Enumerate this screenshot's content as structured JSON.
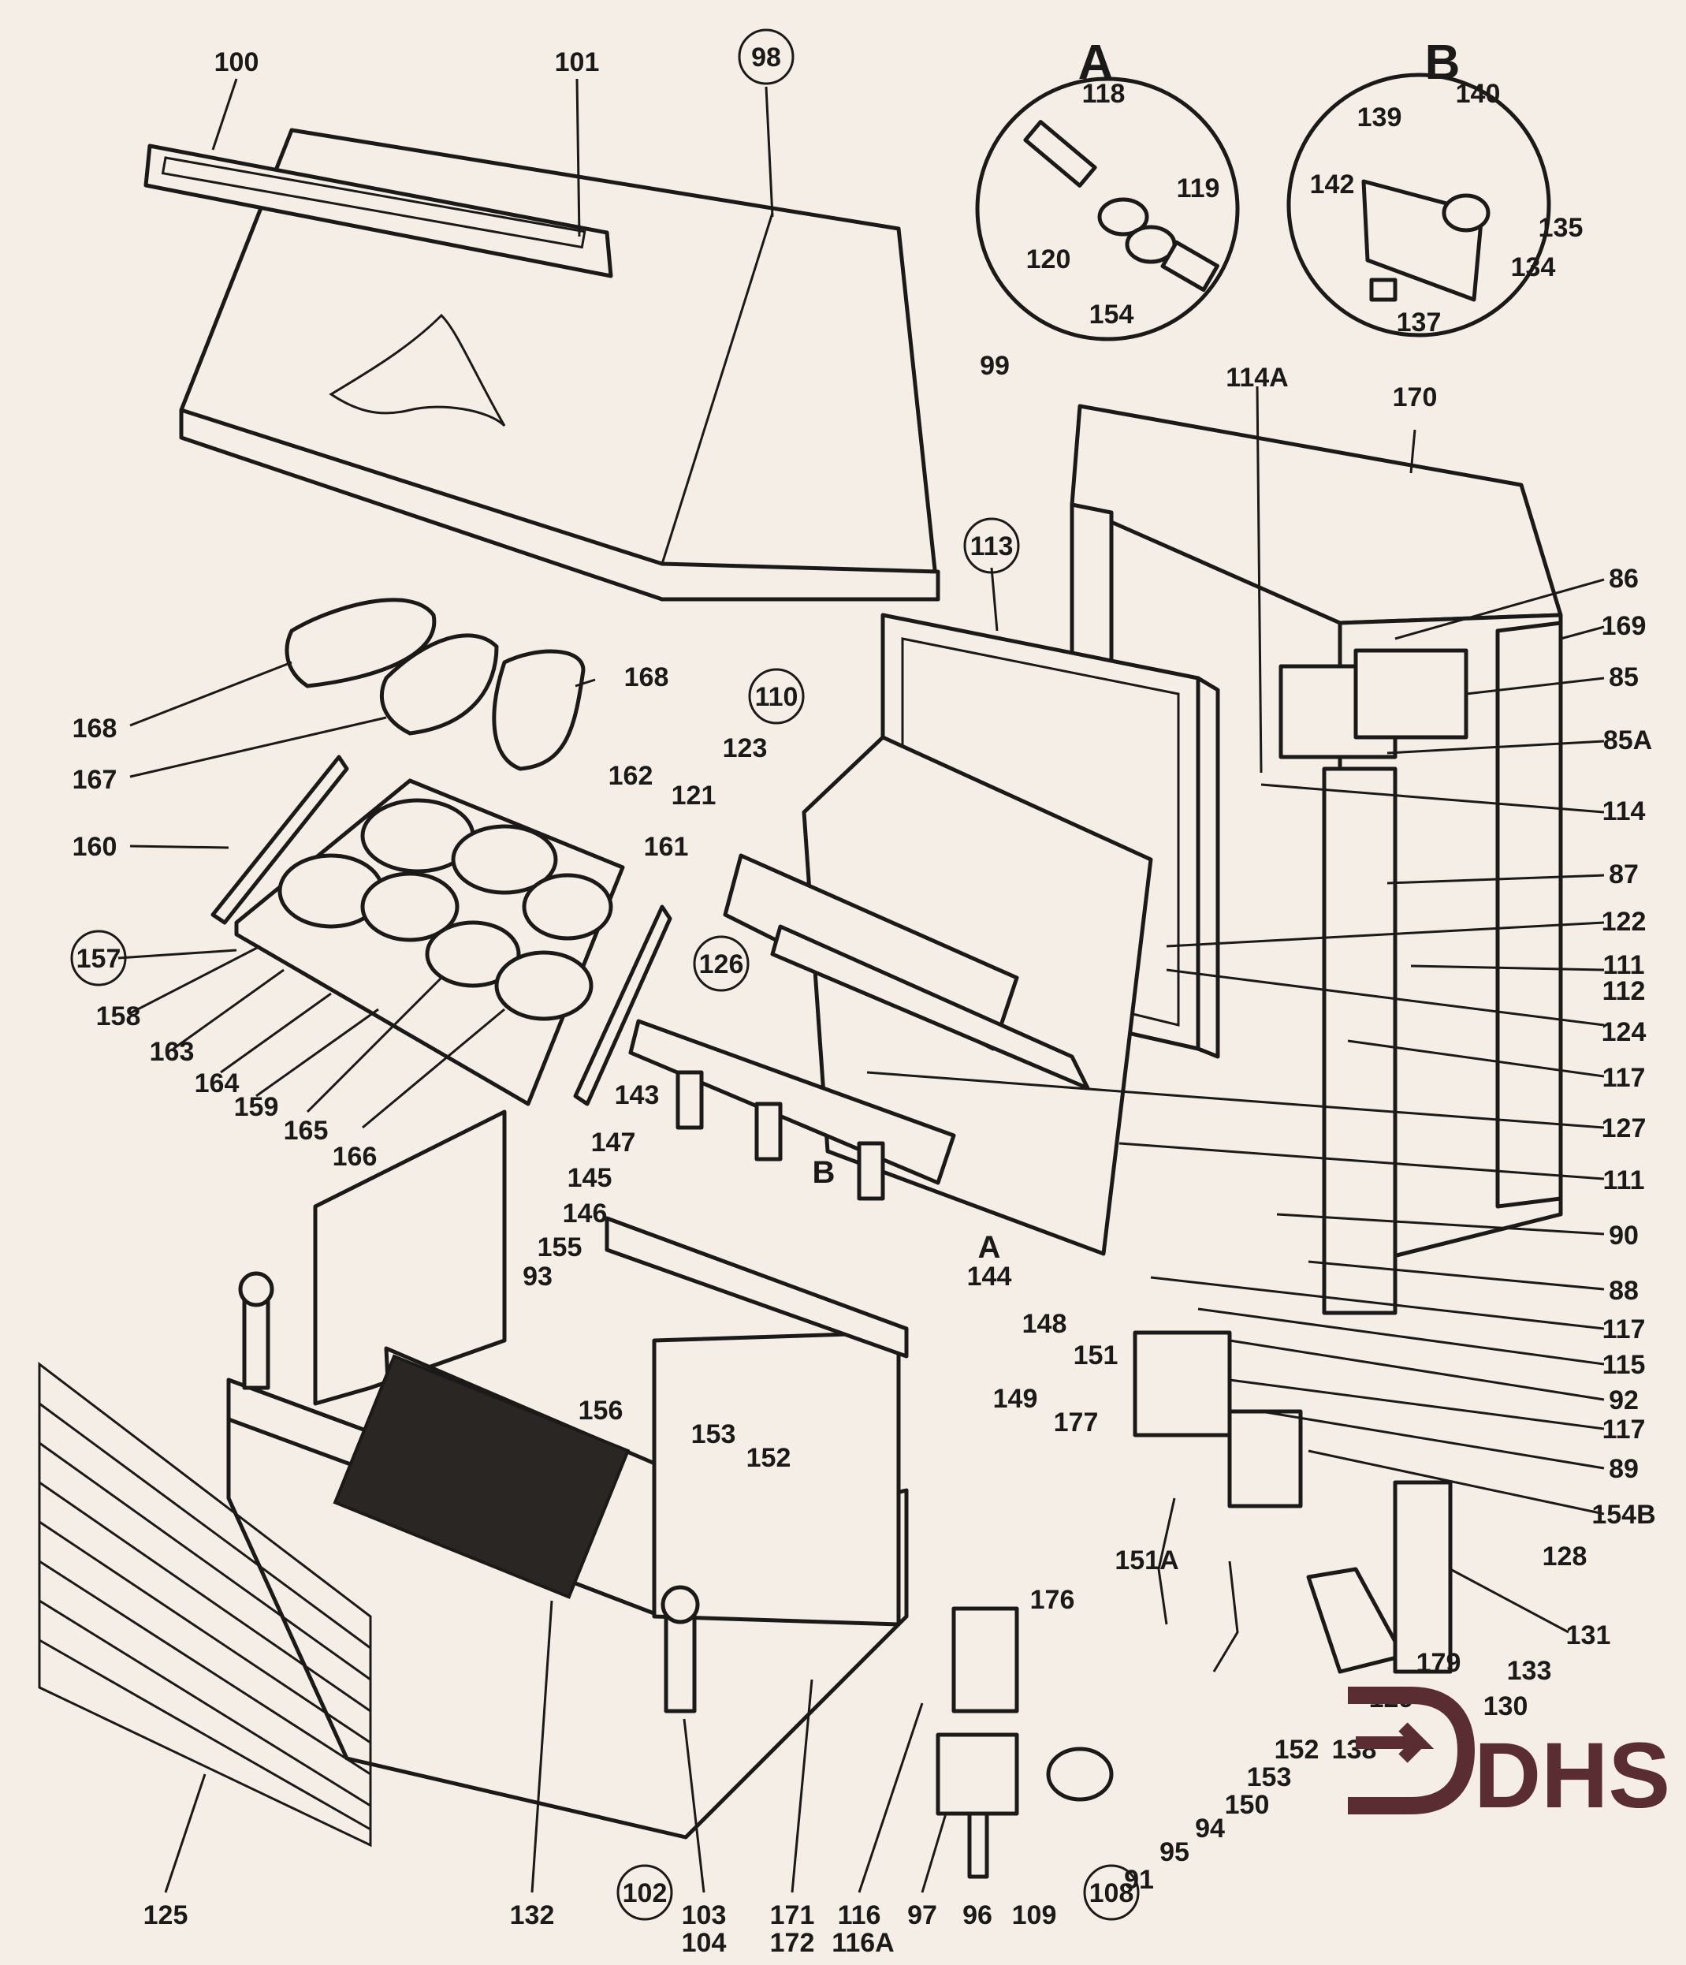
{
  "diagram": {
    "insets": [
      {
        "letter": "A",
        "callouts": [
          "118",
          "119",
          "120",
          "154"
        ]
      },
      {
        "letter": "B",
        "callouts": [
          "140",
          "139",
          "142",
          "135",
          "134",
          "137"
        ]
      }
    ],
    "labels": [
      {
        "id": "l100",
        "text": "100"
      },
      {
        "id": "l101",
        "text": "101"
      },
      {
        "id": "l98",
        "text": "98",
        "circled": true
      },
      {
        "id": "l99",
        "text": "99"
      },
      {
        "id": "l114a",
        "text": "114A"
      },
      {
        "id": "l170",
        "text": "170"
      },
      {
        "id": "l113",
        "text": "113",
        "circled": true
      },
      {
        "id": "l86",
        "text": "86"
      },
      {
        "id": "l169",
        "text": "169"
      },
      {
        "id": "l85",
        "text": "85"
      },
      {
        "id": "l85a",
        "text": "85A"
      },
      {
        "id": "l114",
        "text": "114"
      },
      {
        "id": "l87",
        "text": "87"
      },
      {
        "id": "l122",
        "text": "122"
      },
      {
        "id": "l111a",
        "text": "111"
      },
      {
        "id": "l112",
        "text": "112"
      },
      {
        "id": "l124",
        "text": "124"
      },
      {
        "id": "l117a",
        "text": "117"
      },
      {
        "id": "l127",
        "text": "127"
      },
      {
        "id": "l111b",
        "text": "111"
      },
      {
        "id": "l90",
        "text": "90"
      },
      {
        "id": "l88",
        "text": "88"
      },
      {
        "id": "l117b",
        "text": "117"
      },
      {
        "id": "l115",
        "text": "115"
      },
      {
        "id": "l92",
        "text": "92"
      },
      {
        "id": "l117c",
        "text": "117"
      },
      {
        "id": "l89",
        "text": "89"
      },
      {
        "id": "l154b",
        "text": "154B"
      },
      {
        "id": "l128",
        "text": "128"
      },
      {
        "id": "l131",
        "text": "131"
      },
      {
        "id": "l133",
        "text": "133"
      },
      {
        "id": "l130",
        "text": "130"
      },
      {
        "id": "l179",
        "text": "179"
      },
      {
        "id": "l129",
        "text": "129"
      },
      {
        "id": "l138",
        "text": "138"
      },
      {
        "id": "l152b",
        "text": "152"
      },
      {
        "id": "l153b",
        "text": "153"
      },
      {
        "id": "l150",
        "text": "150"
      },
      {
        "id": "l94",
        "text": "94"
      },
      {
        "id": "l95",
        "text": "95"
      },
      {
        "id": "l91",
        "text": "91"
      },
      {
        "id": "l168a",
        "text": "168"
      },
      {
        "id": "l168b",
        "text": "168"
      },
      {
        "id": "l167",
        "text": "167"
      },
      {
        "id": "l110",
        "text": "110",
        "circled": true
      },
      {
        "id": "l123",
        "text": "123"
      },
      {
        "id": "l121",
        "text": "121"
      },
      {
        "id": "l162",
        "text": "162"
      },
      {
        "id": "l160",
        "text": "160"
      },
      {
        "id": "l161",
        "text": "161"
      },
      {
        "id": "l157",
        "text": "157",
        "circled": true
      },
      {
        "id": "l158",
        "text": "158"
      },
      {
        "id": "l163",
        "text": "163"
      },
      {
        "id": "l164",
        "text": "164"
      },
      {
        "id": "l159",
        "text": "159"
      },
      {
        "id": "l165",
        "text": "165"
      },
      {
        "id": "l166",
        "text": "166"
      },
      {
        "id": "l126",
        "text": "126",
        "circled": true
      },
      {
        "id": "l143",
        "text": "143"
      },
      {
        "id": "l147",
        "text": "147"
      },
      {
        "id": "l145",
        "text": "145"
      },
      {
        "id": "l146",
        "text": "146"
      },
      {
        "id": "l155",
        "text": "155"
      },
      {
        "id": "l93",
        "text": "93"
      },
      {
        "id": "l156",
        "text": "156"
      },
      {
        "id": "l153a",
        "text": "153"
      },
      {
        "id": "l152a",
        "text": "152"
      },
      {
        "id": "l144",
        "text": "144"
      },
      {
        "id": "l148",
        "text": "148"
      },
      {
        "id": "l151",
        "text": "151"
      },
      {
        "id": "l149",
        "text": "149"
      },
      {
        "id": "l177",
        "text": "177"
      },
      {
        "id": "l176",
        "text": "176"
      },
      {
        "id": "l151a",
        "text": "151A"
      },
      {
        "id": "lB",
        "text": "B"
      },
      {
        "id": "lA",
        "text": "A"
      },
      {
        "id": "l125",
        "text": "125"
      },
      {
        "id": "l132",
        "text": "132"
      },
      {
        "id": "l102",
        "text": "102",
        "circled": true
      },
      {
        "id": "l103",
        "text": "103"
      },
      {
        "id": "l104",
        "text": "104"
      },
      {
        "id": "l171",
        "text": "171"
      },
      {
        "id": "l172",
        "text": "172"
      },
      {
        "id": "l116",
        "text": "116"
      },
      {
        "id": "l116a",
        "text": "116A"
      },
      {
        "id": "l97",
        "text": "97"
      },
      {
        "id": "l96",
        "text": "96"
      },
      {
        "id": "l109",
        "text": "109"
      },
      {
        "id": "l108",
        "text": "108",
        "circled": true
      }
    ]
  },
  "logo": {
    "text": "DHS",
    "color": "#5a2d32"
  }
}
